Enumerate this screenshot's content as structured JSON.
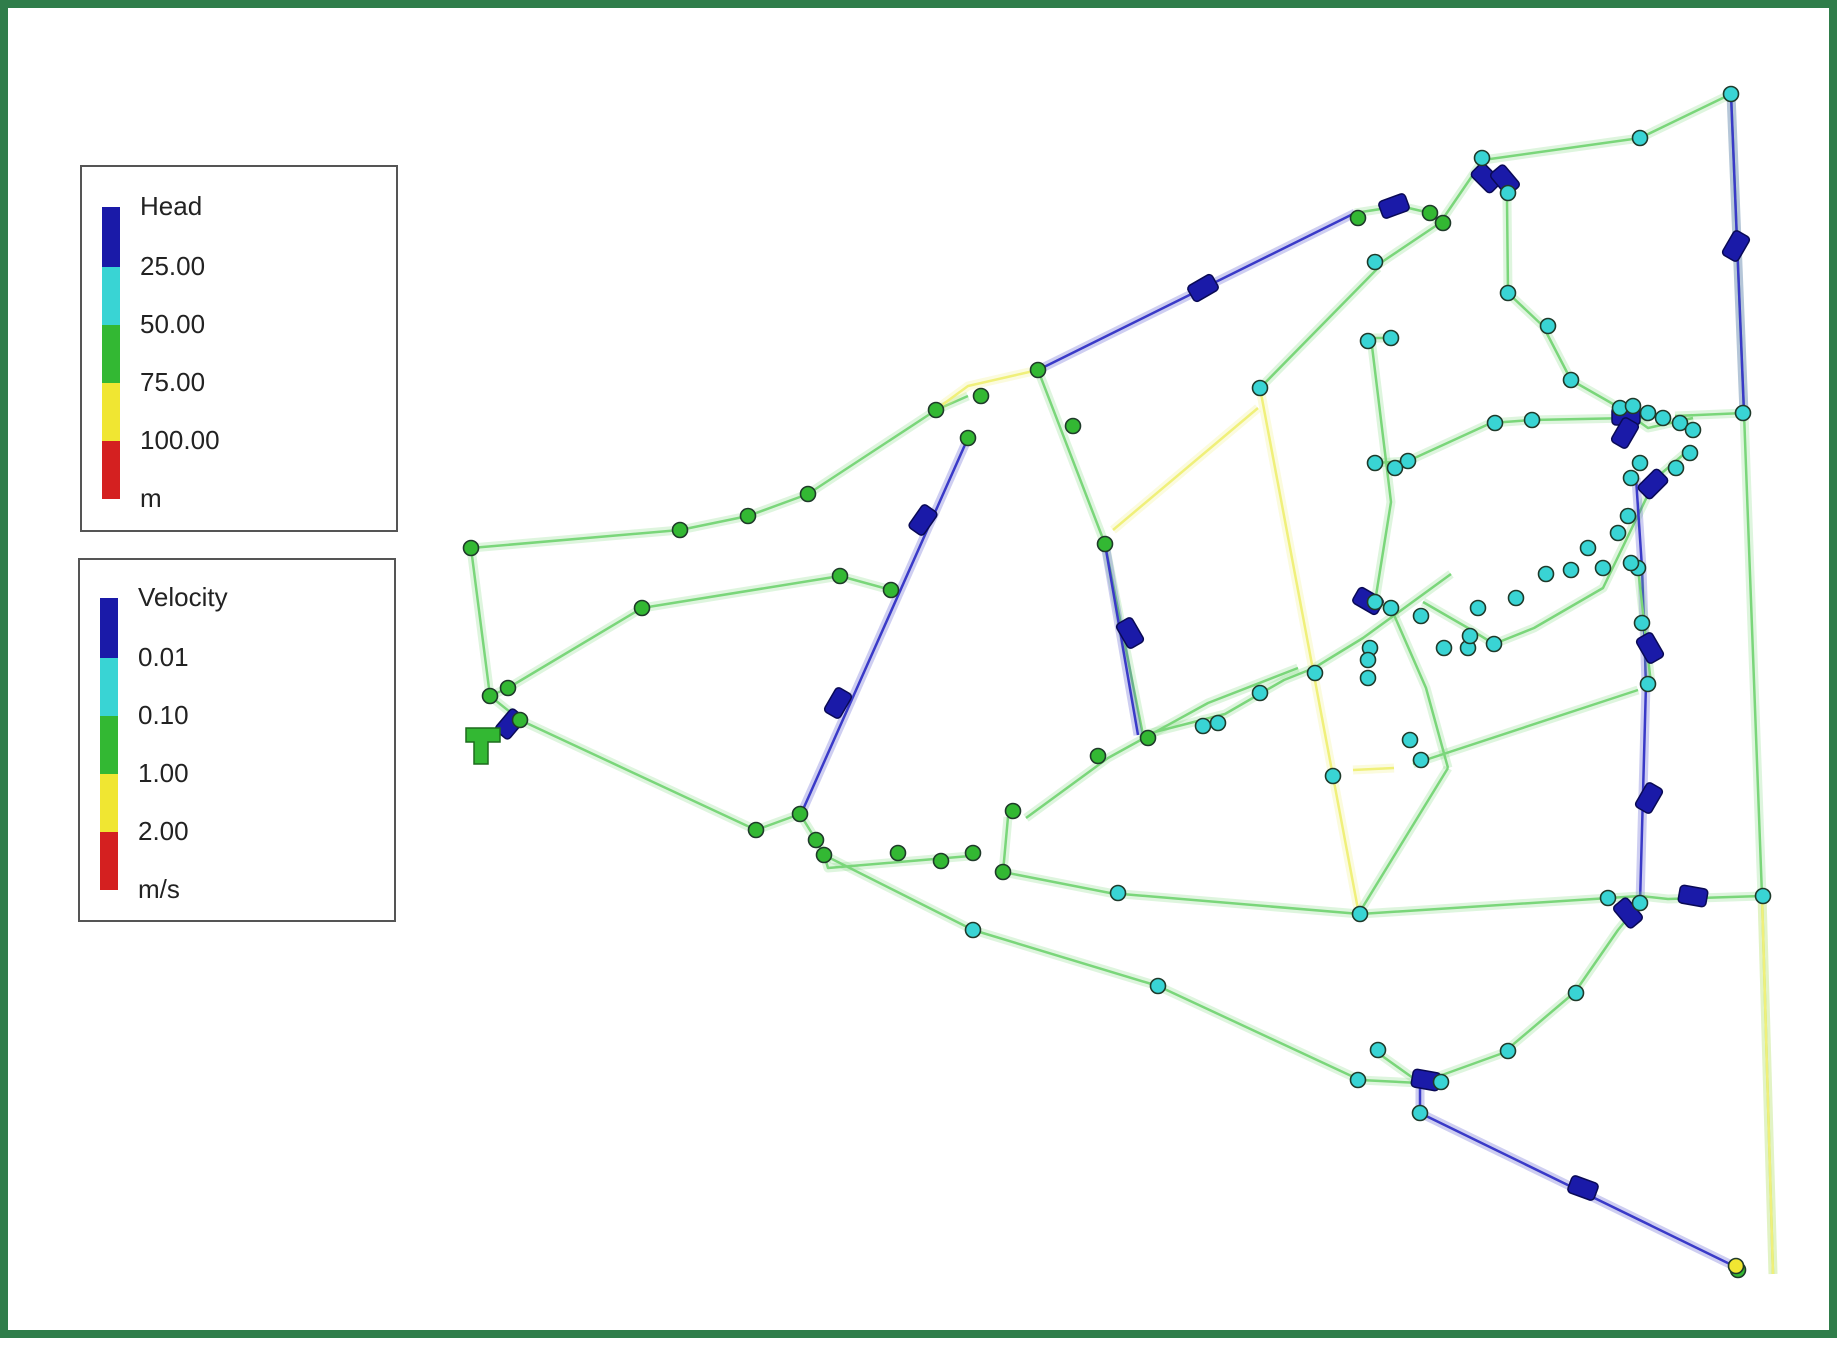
{
  "legends": {
    "head": {
      "title": "Head",
      "breaks": [
        "25.00",
        "50.00",
        "75.00",
        "100.00"
      ],
      "unit": "m",
      "colors": [
        "#1a1aa8",
        "#39d4d4",
        "#33b833",
        "#f0e632",
        "#d42020"
      ]
    },
    "velocity": {
      "title": "Velocity",
      "breaks": [
        "0.01",
        "0.10",
        "1.00",
        "2.00"
      ],
      "unit": "m/s",
      "colors": [
        "#1a1aa8",
        "#39d4d4",
        "#33b833",
        "#f0e632",
        "#d42020"
      ]
    }
  },
  "colors": {
    "frame": "#2f7d4a",
    "pipe_blue": "#3a3ac8",
    "pipe_green": "#7ad67a",
    "pipe_yellow": "#f0f07a",
    "node_green": "#33b833",
    "node_cyan": "#39d4d4",
    "node_yellow": "#f0e632",
    "valve_blue": "#1a1aa8"
  }
}
